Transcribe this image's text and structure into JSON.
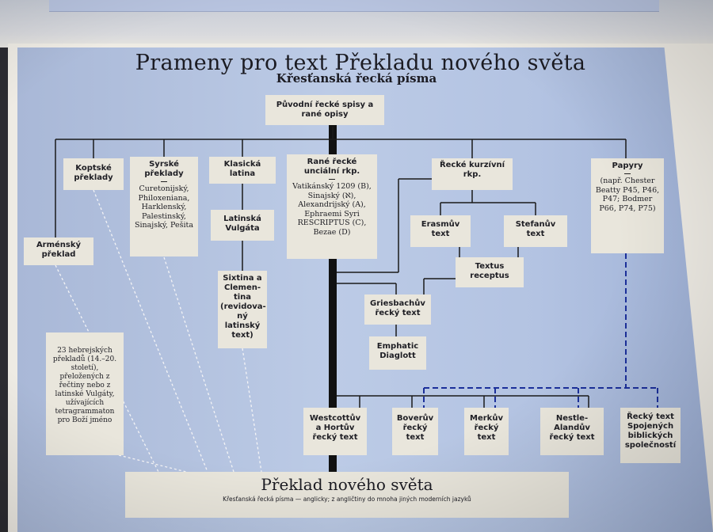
{
  "title": "Prameny pro text Překladu nového světa",
  "subtitle": "Křesťanská řecká písma",
  "root": "Původní řecké spisy a rané opisy",
  "nodes": {
    "koptske": {
      "heading": "Koptské překlady"
    },
    "syrske": {
      "heading": "Syrské překlady",
      "body": "Curetonijský, Philoxeniana, Harklenský, Palestinský, Sinajský, Pešita"
    },
    "klasicka": {
      "heading": "Klasická latina"
    },
    "vulgata": {
      "heading": "Latinská Vulgáta"
    },
    "sixtina": {
      "heading": "Sixtina a Clemen-tina (revidova-ný latinský text)"
    },
    "armensky": {
      "heading": "Arménský překlad"
    },
    "uncialni": {
      "heading": "Rané řecké unciální rkp.",
      "body": "Vatikánský 1209 (B), Sinajský (ℵ), Alexandrijský (A), Ephraemi Syri RESCRIPTUS (C), Bezae (D)"
    },
    "kurzivni": {
      "heading": "Řecké kurzívní rkp."
    },
    "erasmuv": {
      "heading": "Erasmův text"
    },
    "stefanuv": {
      "heading": "Stefanův text"
    },
    "receptus": {
      "heading": "Textus receptus"
    },
    "griesbach": {
      "heading": "Griesbachův řecký text"
    },
    "emphatic": {
      "heading": "Emphatic Diaglott"
    },
    "papyry": {
      "heading": "Papyry",
      "body": "(např. Chester Beatty P45, P46, P47; Bodmer P66, P74, P75)"
    },
    "hebrejske": {
      "body": "23 hebrejských překladů (14.–20. století), přeložených z řečtiny nebo z latinské Vulgáty, užívajících tetragrammaton pro Boží jméno"
    },
    "westcott": {
      "heading": "Westcottův a Hortův řecký text"
    },
    "boveruv": {
      "heading": "Boverův řecký text"
    },
    "merkuv": {
      "heading": "Merkův řecký text"
    },
    "nestle": {
      "heading": "Nestle-Alandův řecký text"
    },
    "spojene": {
      "heading": "Řecký text Spojených biblických společností"
    }
  },
  "footer": {
    "title": "Překlad nového světa",
    "caption": "Křesťanská řecká písma — anglicky; z angličtiny do mnoha jiných moderních jazyků"
  }
}
